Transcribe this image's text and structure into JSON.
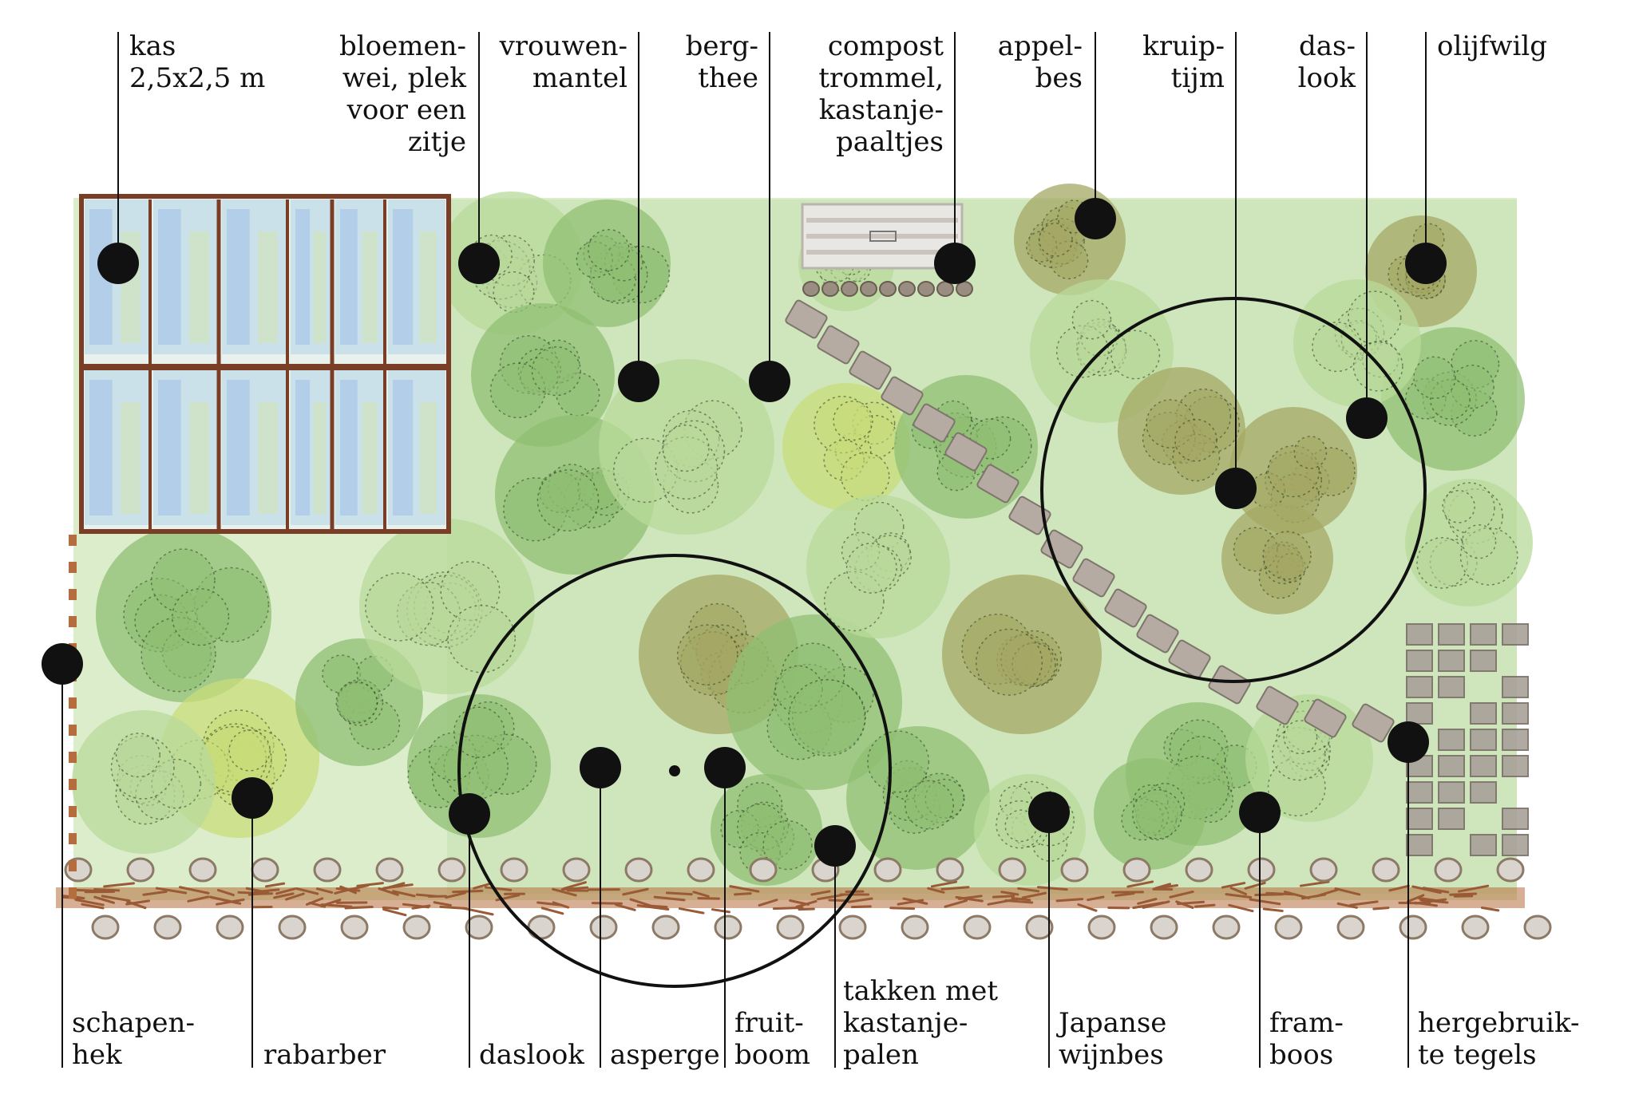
{
  "top_labels": [
    {
      "id": "kas",
      "text": "kas\n2,5x2,5 m"
    },
    {
      "id": "bloemenwei",
      "text": "bloemen-\nwei, plek\nvoor een\nzitje"
    },
    {
      "id": "vrouwenmantel",
      "text": "vrouwen-\nmantel"
    },
    {
      "id": "bergthee",
      "text": "berg-\nthee"
    },
    {
      "id": "compost",
      "text": "compost\ntrommel,\nkastanje-\npaaltjes"
    },
    {
      "id": "appelbes",
      "text": "appel-\nbes"
    },
    {
      "id": "kruiptijm",
      "text": "kruip-\ntijm"
    },
    {
      "id": "daslook-top",
      "text": "das-\nlook"
    },
    {
      "id": "olijfwilg",
      "text": "olijfwilg"
    }
  ],
  "bottom_labels": [
    {
      "id": "schapenhek",
      "text": "schapen-\nhek"
    },
    {
      "id": "rabarber",
      "text": "rabarber"
    },
    {
      "id": "daslook-bottom",
      "text": "daslook"
    },
    {
      "id": "asperge",
      "text": "asperge"
    },
    {
      "id": "fruitboom",
      "text": "fruit-\nboom"
    },
    {
      "id": "takken",
      "text": "takken met\nkastanje-\npalen"
    },
    {
      "id": "japanse-wijnbes",
      "text": "Japanse\nwijnbes"
    },
    {
      "id": "framboos",
      "text": "fram-\nboos"
    },
    {
      "id": "tegels",
      "text": "hergebruik-\nte tegels"
    }
  ],
  "colors": {
    "grass": "#d9ecc8",
    "plant_light": "#b8d99a",
    "plant_mid": "#8fbf73",
    "plant_dark": "#6f9f5a",
    "plant_yellow": "#c8dc7a",
    "olive": "#a4a864",
    "glass": "#c7dfe9",
    "glass_blue": "#a9c6e8",
    "frame": "#7a3e26",
    "branches": "#9a5a35",
    "stone": "#b5aba3",
    "stump": "#8c7a66",
    "ink": "#111111"
  }
}
